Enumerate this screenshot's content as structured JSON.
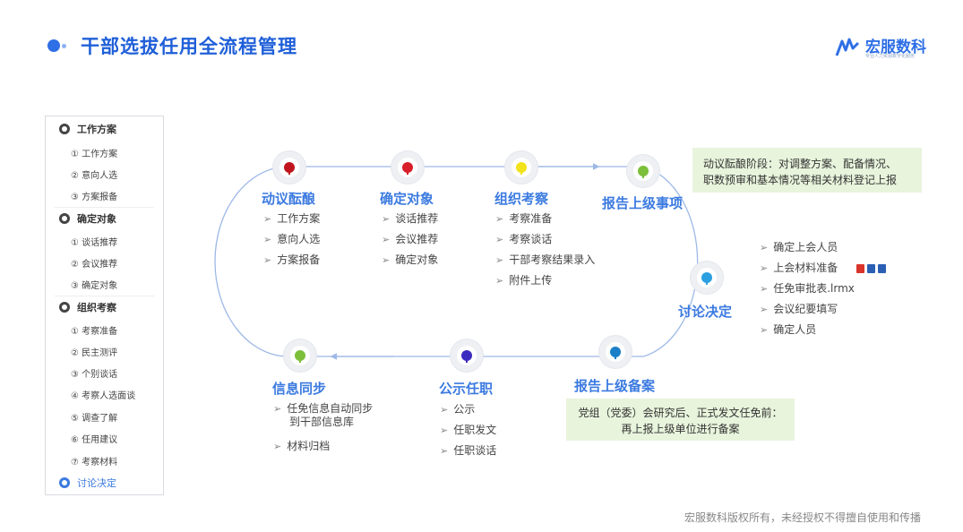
{
  "header": {
    "title": "干部选拔任用全流程管理",
    "logo_text": "宏服数科",
    "logo_sub": "专业人力资源数字化服务"
  },
  "sidebar": {
    "groups": [
      {
        "label": "工作方案",
        "items": [
          "① 工作方案",
          "② 意向人选",
          "③ 方案报备"
        ]
      },
      {
        "label": "确定对象",
        "items": [
          "① 谈话推荐",
          "② 会议推荐",
          "③ 确定对象"
        ]
      },
      {
        "label": "组织考察",
        "items": [
          "① 考察准备",
          "② 民主测评",
          "③ 个别谈话",
          "④ 考察人选面谈",
          "⑤ 调查了解",
          "⑥ 任用建议",
          "⑦ 考察材料"
        ]
      }
    ],
    "active_item": "讨论决定"
  },
  "stages": {
    "s1": {
      "title": "动议酝酿",
      "items": [
        "工作方案",
        "意向人选",
        "方案报备"
      ],
      "color": "#c0141c"
    },
    "s2": {
      "title": "确定对象",
      "items": [
        "谈话推荐",
        "会议推荐",
        "确定对象"
      ],
      "color": "#d81e2a"
    },
    "s3": {
      "title": "组织考察",
      "items": [
        "考察准备",
        "考察谈话",
        "干部考察结果录入",
        "附件上传"
      ],
      "color": "#f2e21a"
    },
    "s4": {
      "title": "报告上级事项",
      "color": "#7cbf3a"
    },
    "s5": {
      "title": "讨论决定",
      "items": [
        "确定上会人员",
        "上会材料准备",
        "任免审批表.lrmx",
        "会议纪要填写",
        "确定人员"
      ],
      "color": "#2aa0e0"
    },
    "s6": {
      "title": "报告上级备案",
      "color": "#1a7fc8"
    },
    "s7": {
      "title": "公示任职",
      "items": [
        "公示",
        "任职发文",
        "任职谈话"
      ],
      "color": "#3b2cc0"
    },
    "s8": {
      "title": "信息同步",
      "items": [
        "任免信息自动同步",
        "到干部信息库",
        "材料归档"
      ],
      "color": "#7cbf3a"
    }
  },
  "notes": {
    "top_line1": "动议酝酿阶段：对调整方案、配备情况、",
    "top_line2": "职数预审和基本情况等相关材料登记上报",
    "bottom_line1": "党组（党委）会研究后、正式发文任免前：",
    "bottom_line2": "再上报上级单位进行备案"
  },
  "colors": {
    "accent": "#3b7ae0",
    "track": "#9db8e6",
    "note_bg": "#e8f4dc"
  },
  "footer": "宏服数科版权所有，未经授权不得擅自使用和传播"
}
